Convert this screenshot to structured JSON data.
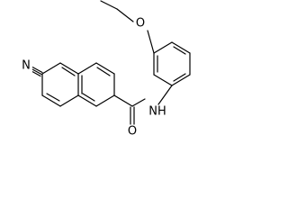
{
  "molecule": {
    "atoms": {
      "nitrile_nitrogen": "N",
      "ether_oxygen": "O",
      "amide_nitrogen": "NH",
      "carbonyl_oxygen": "O"
    }
  }
}
